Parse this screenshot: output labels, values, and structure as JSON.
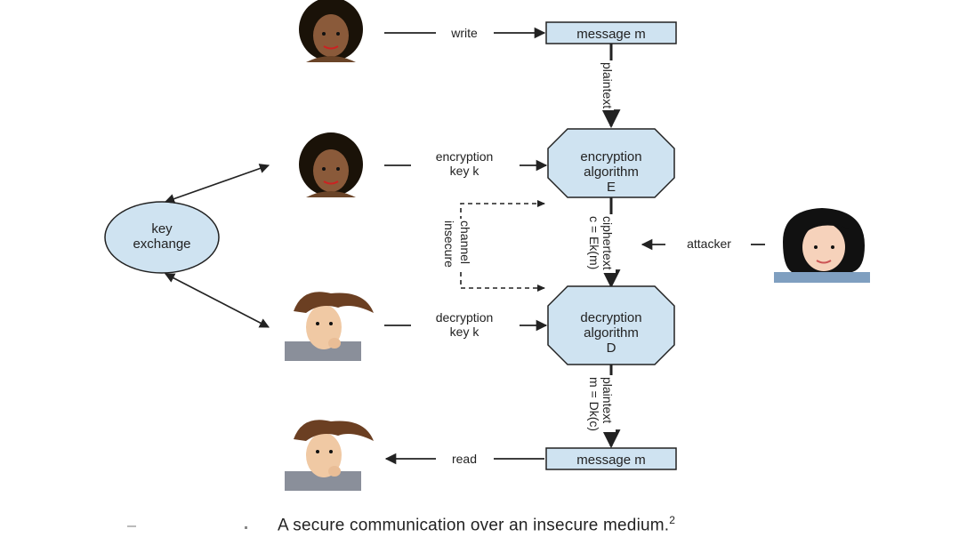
{
  "diagram": {
    "top_message": "message m",
    "bottom_message": "message m",
    "write_label": "write",
    "read_label": "read",
    "plaintext_top": "plaintext",
    "enc_key": [
      "encryption",
      "key k"
    ],
    "dec_key": [
      "decryption",
      "key k"
    ],
    "enc_algo": [
      "encryption",
      "algorithm",
      "E"
    ],
    "dec_algo": [
      "decryption",
      "algorithm",
      "D"
    ],
    "key_exchange": [
      "key",
      "exchange"
    ],
    "insecure_channel": [
      "insecure",
      "channel"
    ],
    "ciphertext": "ciphertext",
    "cipher_formula": "c = Ek(m)",
    "attacker": "attacker",
    "plaintext_bottom": "plaintext",
    "plain_formula": "m = Dk(c)"
  },
  "caption": {
    "text": "A secure communication over an insecure medium.",
    "footnote": "2"
  },
  "colors": {
    "box_fill": "#cfe3f1",
    "box_stroke": "#222222",
    "line": "#222222",
    "text": "#222222"
  }
}
